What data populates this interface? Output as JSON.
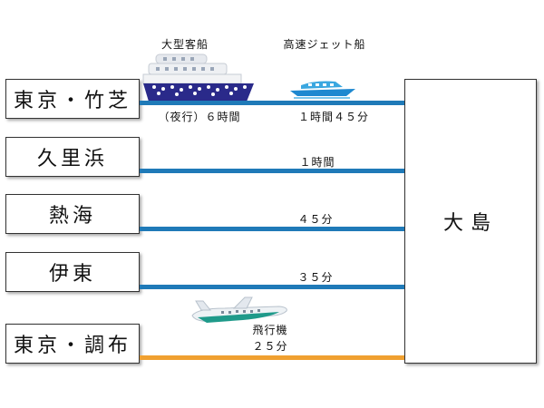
{
  "headings": {
    "large_ship": "大型客船",
    "jet_ship": "高速ジェット船"
  },
  "origins": [
    {
      "name": "東京・竹芝"
    },
    {
      "name": "久里浜"
    },
    {
      "name": "熱海"
    },
    {
      "name": "伊東"
    },
    {
      "name": "東京・調布"
    }
  ],
  "destination": "大島",
  "routes": {
    "takeshiba_night": "（夜行）６時間",
    "takeshiba_jet": "１時間４５分",
    "kurihama": "１時間",
    "atami": "４５分",
    "ito": "３５分",
    "chofu_mode": "飛行機",
    "chofu_time": "２５分"
  },
  "colors": {
    "sea_route": "#1f7ab8",
    "air_route": "#f0a030",
    "ship_hull": "#2a2a8a",
    "jet_ship": "#3aa7e0"
  },
  "icons": [
    "large-ship-icon",
    "jet-ship-icon",
    "airplane-icon"
  ]
}
